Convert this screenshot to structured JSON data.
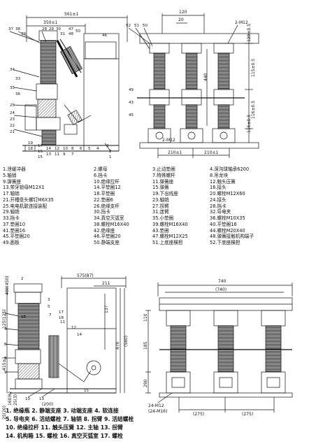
{
  "top_left": {
    "dims": {
      "width_total": "561±1",
      "width_inner": "350±1"
    },
    "callouts": [
      "37",
      "38",
      "39",
      "28",
      "29",
      "30",
      "31",
      "47",
      "48",
      "50",
      "46",
      "34",
      "35",
      "33",
      "36",
      "25",
      "24",
      "23",
      "22",
      "21",
      "19",
      "18",
      "17",
      "16",
      "15",
      "14",
      "13",
      "12",
      "11",
      "10",
      "9",
      "8",
      "7",
      "6",
      "5",
      "4",
      "3",
      "2",
      "1"
    ]
  },
  "top_right": {
    "dims": {
      "d120": "120",
      "d20": "20",
      "d2m12": "2-M12",
      "d440": "440",
      "dleft": "210±1",
      "dright": "210±1",
      "d2m12b": "2-M12",
      "d115": "115±0.5",
      "d116": "116±0.5",
      "v120": "120±0.5",
      "v116": "116±0.5"
    },
    "callouts": [
      "52",
      "51",
      "50",
      "49",
      "43",
      "45"
    ]
  },
  "legend_items": [
    [
      "1.泄缓冲器",
      "2.螺母",
      "3.止动垫圈",
      "4.深沟球轴承6200"
    ],
    [
      "5.轴销",
      "6.挡卡",
      "7.特殊螺杆",
      "8.吊龙块"
    ],
    [
      "9.弹簧座",
      "10.绝缘拉杆",
      "11.弹簧座",
      "12.触头压簧"
    ],
    [
      "13.带牙锁母M12X1",
      "14.平垫圈12",
      "15.弹簧",
      "16.接头"
    ],
    [
      "17.轴销",
      "18.平垫圈",
      "19.下出线座",
      "20.螺栓M12X60"
    ],
    [
      "21.开槽盘头螺钉M6X35",
      "22.垫圈6",
      "23.轴销",
      "24.接头"
    ],
    [
      "25.电电机联连接装配",
      "26.绝缘支杆",
      "27.拐臂",
      "28.挡卡"
    ],
    [
      "29.轴销",
      "30.挡卡",
      "31.连臂",
      "32.导电夹"
    ],
    [
      "33.挡卡",
      "34.真空灭弧室",
      "35.小垫圈",
      "36.螺栓M10X35"
    ],
    [
      "37.垫圈10",
      "38.螺栓M16X40",
      "39.螺栓M16X40",
      "40.平垫圈16"
    ],
    [
      "41.垫圈16",
      "42.绝缘座",
      "43.垫圈",
      "44.螺栓M20X40"
    ],
    [
      "45.平垫圈20",
      "46.平垫圈20",
      "47.螺栓M12X25",
      "48.弹簧接触机构端子"
    ],
    [
      "49.面板",
      "50.静端支座",
      "51.上底座横担",
      "52.下底座横担"
    ]
  ],
  "bottom_left": {
    "dims": {
      "d575": "575(87)",
      "d211": "211",
      "d137": "137",
      "d470": "470",
      "d580": "(580)",
      "d415": "415±1",
      "d400": "400(450)",
      "d125": "125(125)",
      "d25": "25(20)",
      "d160": "160(6)",
      "d3": "25(3)",
      "d200": "(200)"
    },
    "callouts": [
      "1",
      "2",
      "3",
      "4",
      "5",
      "6",
      "7",
      "8",
      "9",
      "10",
      "11",
      "12",
      "13",
      "14",
      "15",
      "16",
      "17",
      "18"
    ]
  },
  "bottom_right": {
    "dims": {
      "d740": "740",
      "d740b": "(740)",
      "d185": "185",
      "d110": "110",
      "d290": "290",
      "d24m12": "24-M12",
      "d24m16": "(24-M16)",
      "d275a": "(275)",
      "d275b": "(275)"
    }
  },
  "bottom_legend": [
    "1. 绝缘瓶  2. 静端支座 3. 动端支座 4. 软连接",
    "5. 导电夹 6. 活结螺栓 7. 轴销 8. 拐臂 9. 活结螺栓",
    "10. 绝缘拉杆 11. 触头压簧 12. 主轴 13. 拐臂",
    "14. 机构箱 15. 螺栓 16. 真空灭弧室 17. 螺栓"
  ]
}
